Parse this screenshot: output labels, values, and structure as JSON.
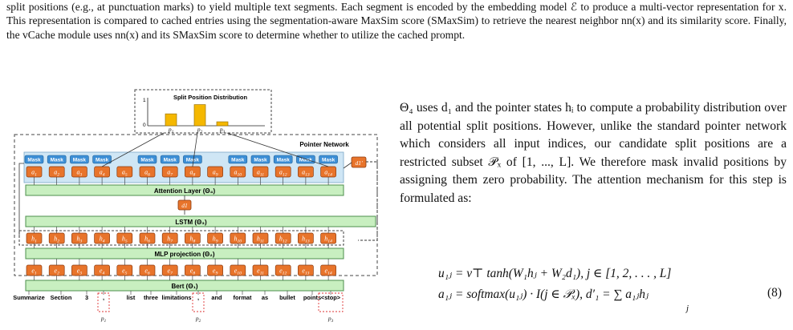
{
  "caption": {
    "text": "split positions (e.g., at punctuation marks) to yield multiple text segments. Each segment is encoded by the embedding model ℰ to produce a multi-vector representation for x. This representation is compared to cached entries using the segmentation-aware MaxSim score (SMaxSim) to retrieve the nearest neighbor nn(x) and its similarity score. Finally, the vCache module uses nn(x) and its SMaxSim score to determine whether to utilize the cached prompt."
  },
  "figure": {
    "distribution_title": "Split Position Distribution",
    "dist_axis": {
      "top": "1",
      "bottom": "0"
    },
    "dist_labels": [
      "p1",
      "p2",
      "p3"
    ],
    "chart_data": {
      "type": "bar",
      "title": "Split Position Distribution",
      "categories": [
        "p1",
        "p2",
        "p3"
      ],
      "values": [
        0.45,
        0.8,
        0.15
      ],
      "ylim": [
        0,
        1
      ]
    },
    "pointer_network_label": "Pointer Network",
    "mask_label": "Mask",
    "mask_positions": [
      1,
      2,
      3,
      4,
      6,
      7,
      8,
      10,
      11,
      12,
      13,
      14
    ],
    "a_labels": [
      "a1",
      "a2",
      "a3",
      "a4",
      "a5",
      "a6",
      "a7",
      "a8",
      "a9",
      "a10",
      "a11",
      "a12",
      "a13",
      "a14"
    ],
    "h_labels": [
      "h1",
      "h2",
      "h3",
      "h4",
      "h5",
      "h6",
      "h7",
      "h8",
      "h9",
      "h10",
      "h11",
      "h12",
      "h13",
      "h14"
    ],
    "e_labels": [
      "e1",
      "e2",
      "e3",
      "e4",
      "e5",
      "e6",
      "e7",
      "e8",
      "e9",
      "e10",
      "e11",
      "e12",
      "e13",
      "e14"
    ],
    "d1_label": "d1",
    "d1_prime_label": "d1'",
    "attention_label": "Attention Layer (Θ₄)",
    "lstm_label": "LSTM (Θ₃)",
    "mlp_label": "MLP projection (Θ₂)",
    "bert_label": "Bert (Θ₁)",
    "tokens": [
      "Summarize",
      "Section",
      "3",
      ",",
      "list",
      "three",
      "limitations",
      ",",
      "and",
      "format",
      "as",
      "bullet",
      "points",
      "<stop>"
    ],
    "split_tags": [
      "p1",
      "p2",
      "p3"
    ]
  },
  "body_text": {
    "paragraph": "Θ₄ uses d₁ and the pointer states hᵢ to compute a probability distribution over all potential split positions. However, unlike the standard pointer network which considers all input indices, our candidate split positions are a restricted subset 𝒫ₓ of [1, ..., L]. We therefore mask invalid positions by assigning them zero probability. The attention mechanism for this step is formulated as:"
  },
  "equation": {
    "line1": "u₁ⱼ = v⊤ tanh(W₁hⱼ + W₂d₁), j ∈ [1, 2, . . . , L]",
    "line2": "a₁ⱼ = softmax(u₁ⱼ) · I(j ∈ 𝒫ₓ), d′₁ = ∑ a₁ⱼhⱼ",
    "sum_index": "j",
    "number": "(8)"
  }
}
